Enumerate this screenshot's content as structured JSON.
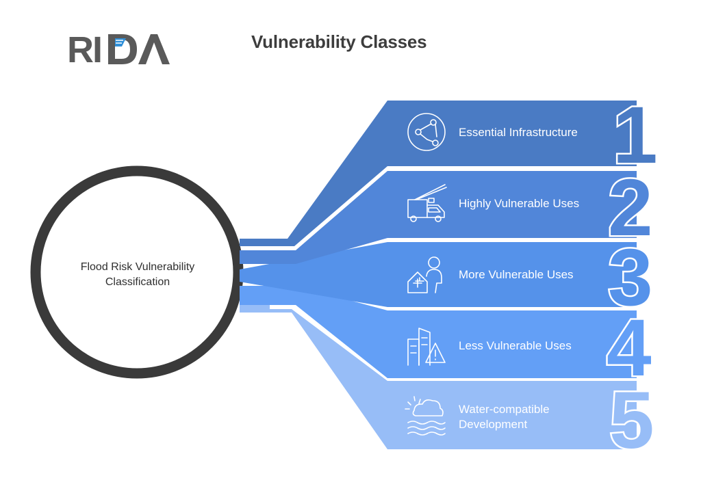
{
  "logo": {
    "text": "RIDA",
    "color": "#5a5a5a",
    "accent": "#2f8fd8"
  },
  "title": "Vulnerability Classes",
  "center": {
    "line1": "Flood Risk Vulnerability",
    "line2": "Classification",
    "ring_color": "#3a3a3a"
  },
  "classes": [
    {
      "number": "1",
      "label": "Essential Infrastructure",
      "icon": "network-icon",
      "color": "#4a7bc4"
    },
    {
      "number": "2",
      "label": "Highly Vulnerable Uses",
      "icon": "fire-truck-icon",
      "color": "#5186d9"
    },
    {
      "number": "3",
      "label": "More Vulnerable Uses",
      "icon": "hospital-person-icon",
      "color": "#5592ea"
    },
    {
      "number": "4",
      "label": "Less Vulnerable Uses",
      "icon": "building-warning-icon",
      "color": "#639ff6"
    },
    {
      "number": "5",
      "label": "Water-compatible Development",
      "label_line1": "Water-compatible",
      "label_line2": "Development",
      "icon": "cloud-water-icon",
      "color": "#97bdf7"
    }
  ]
}
